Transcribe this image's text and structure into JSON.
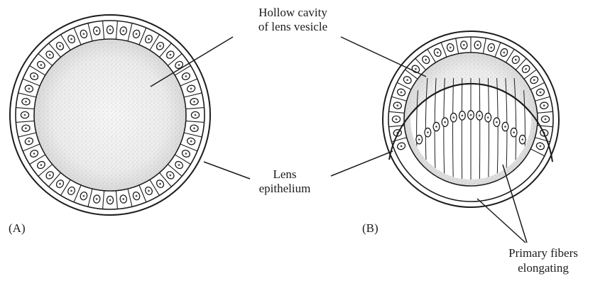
{
  "labels": {
    "cavity_line1": "Hollow cavity",
    "cavity_line2": "of lens vesicle",
    "epithelium_line1": "Lens",
    "epithelium_line2": "epithelium",
    "fibers_line1": "Primary fibers",
    "fibers_line2": "elongating",
    "panel_a": "(A)",
    "panel_b": "(B)"
  },
  "colors": {
    "ink": "#1c1c1c",
    "paper": "#ffffff",
    "cavity_fill": "#ededed",
    "cell_fill": "#ffffff"
  }
}
